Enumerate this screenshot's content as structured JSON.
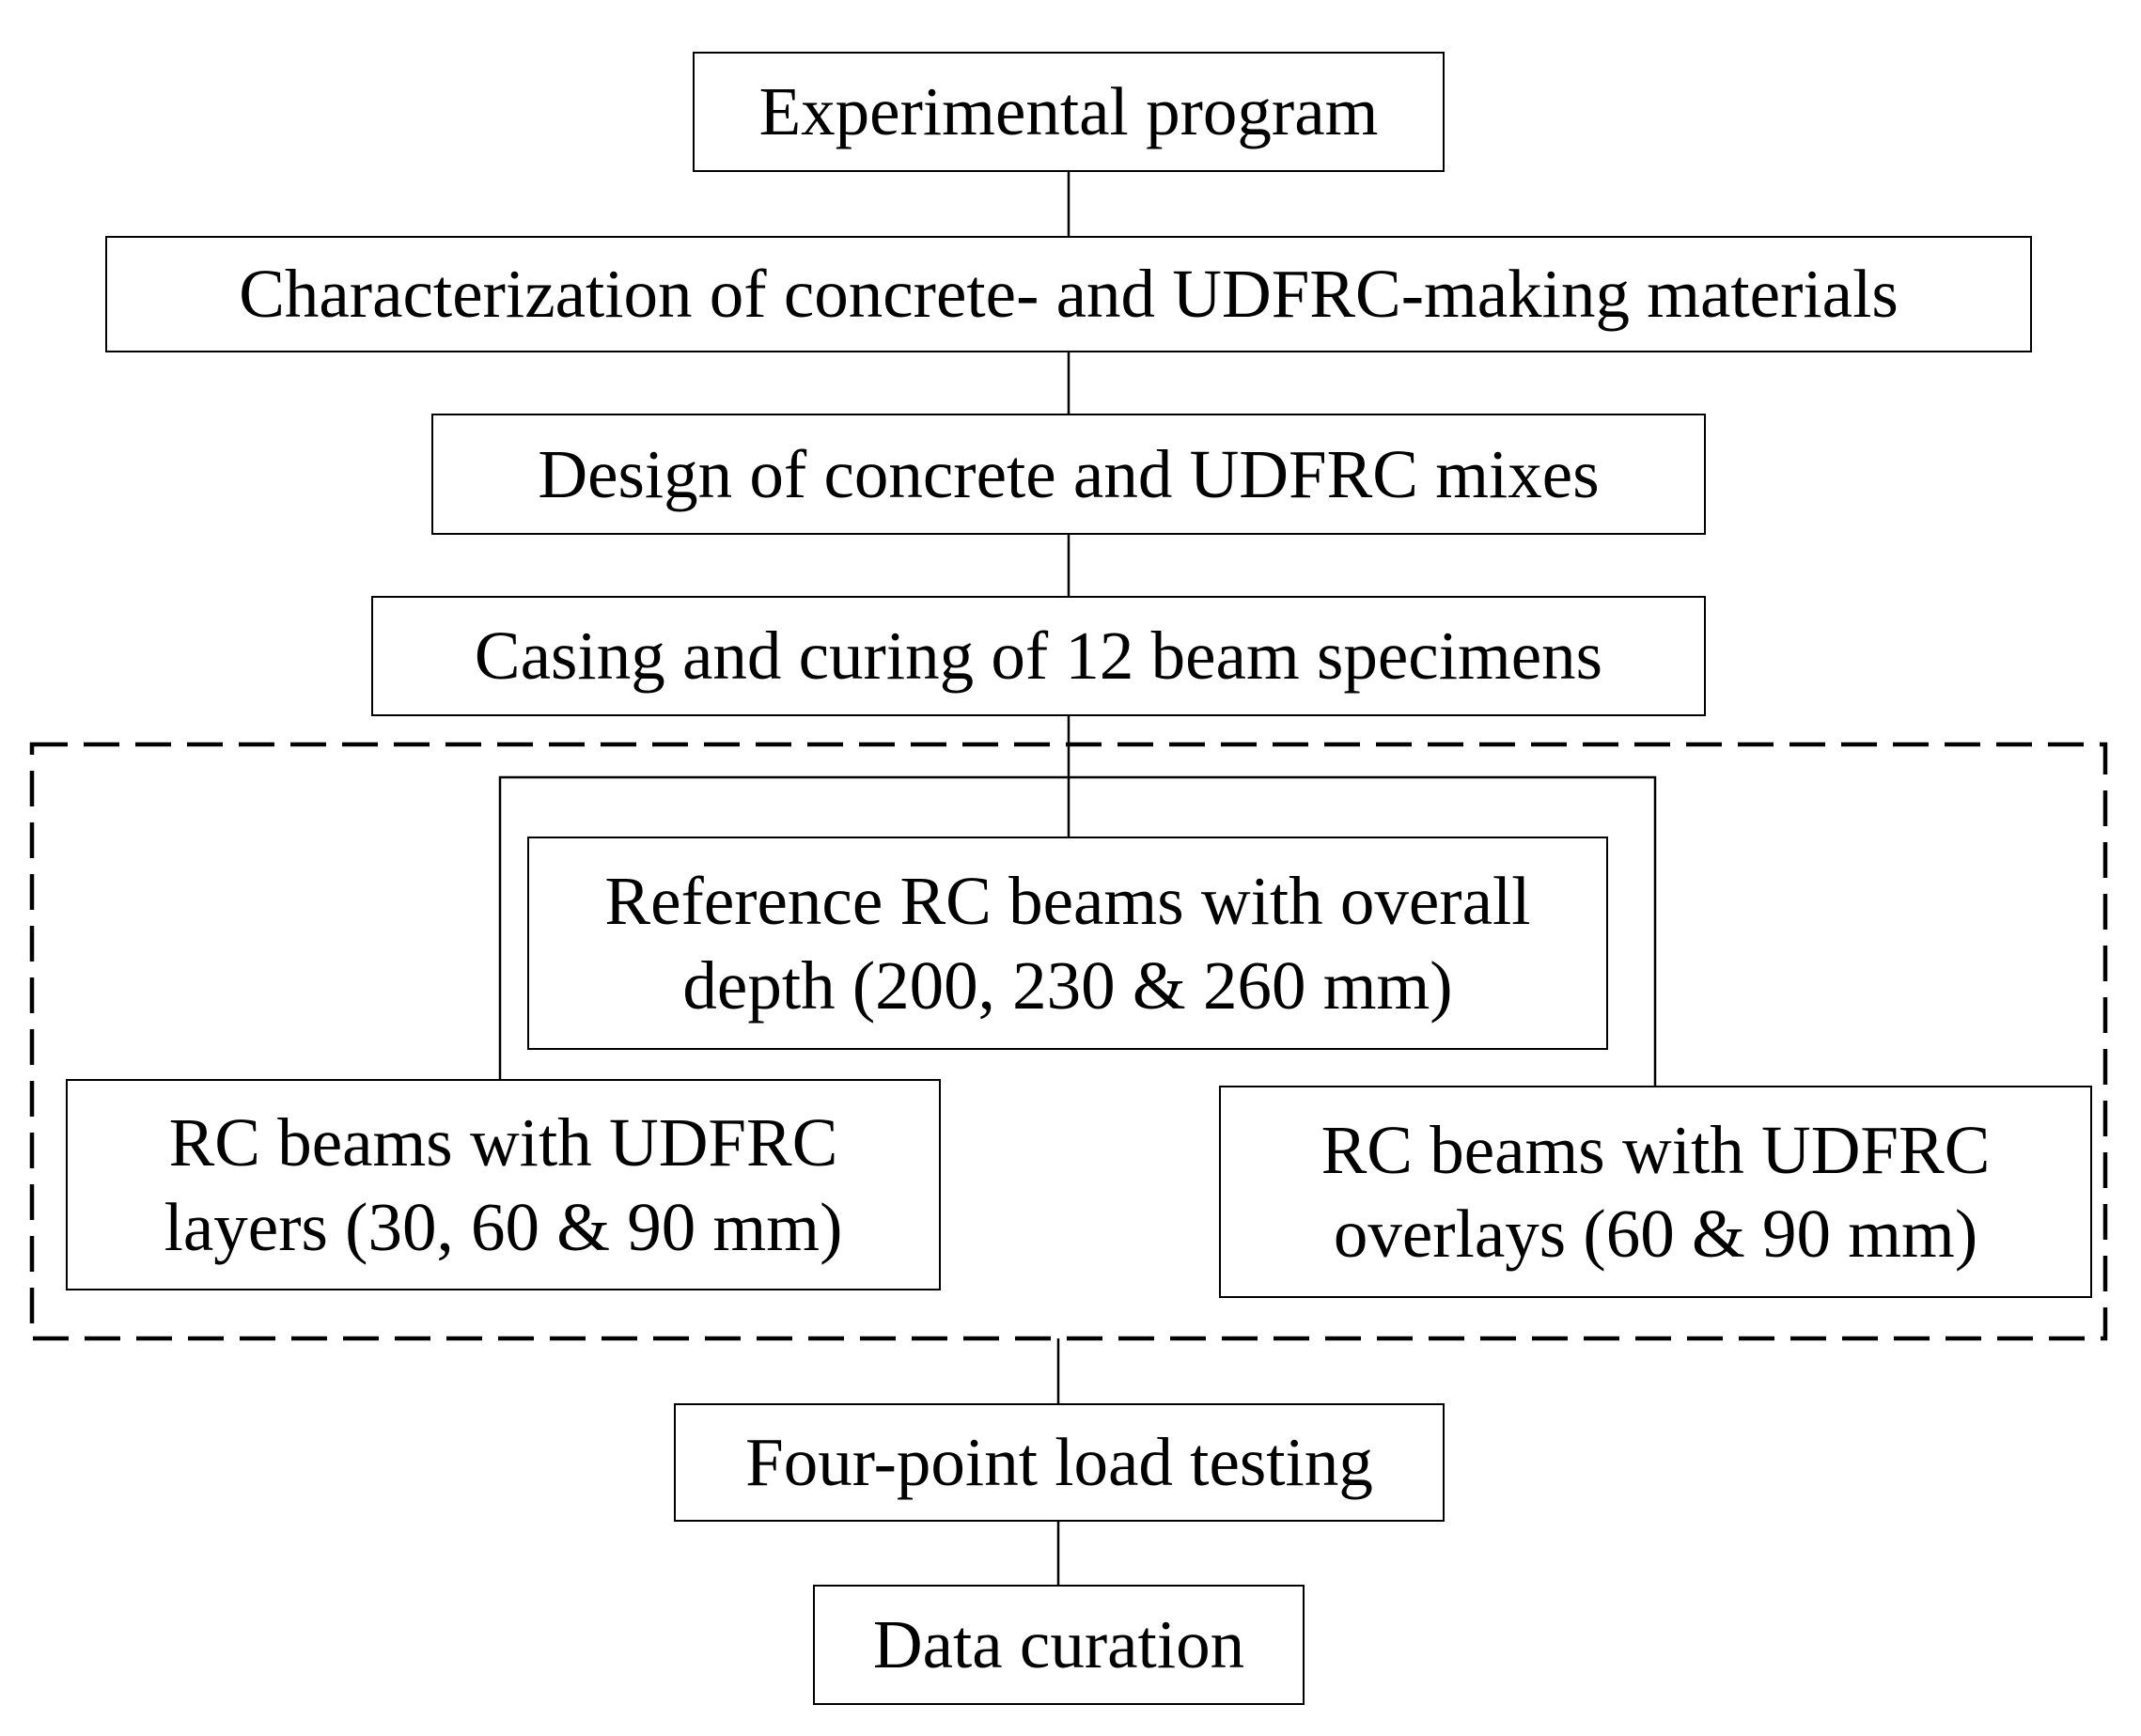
{
  "diagram": {
    "nodes": {
      "experimental_program": "Experimental program",
      "characterization": "Characterization  of concrete- and UDFRC-making materials",
      "design": "Design of concrete and UDFRC mixes",
      "casing": "Casing and curing of 12 beam specimens",
      "reference": "Reference RC beams with overall depth  (200, 230 & 260 mm)",
      "layers": "RC beams with UDFRC layers (30, 60 & 90 mm)",
      "overlays": "RC beams with UDFRC overlays (60 & 90 mm)",
      "testing": "Four-point load testing",
      "curation": "Data curation"
    },
    "edges": [
      {
        "from": "experimental_program",
        "to": "characterization"
      },
      {
        "from": "characterization",
        "to": "design"
      },
      {
        "from": "design",
        "to": "casing"
      },
      {
        "from": "casing",
        "to": "reference"
      },
      {
        "from": "casing",
        "to": "layers"
      },
      {
        "from": "casing",
        "to": "overlays"
      },
      {
        "from": "specimen_group",
        "to": "testing"
      },
      {
        "from": "testing",
        "to": "curation"
      }
    ],
    "groups": [
      {
        "id": "specimen_group",
        "style": "dashed",
        "members": [
          "reference",
          "layers",
          "overlays"
        ]
      }
    ],
    "colors": {
      "stroke": "#000000",
      "background": "#ffffff"
    }
  }
}
